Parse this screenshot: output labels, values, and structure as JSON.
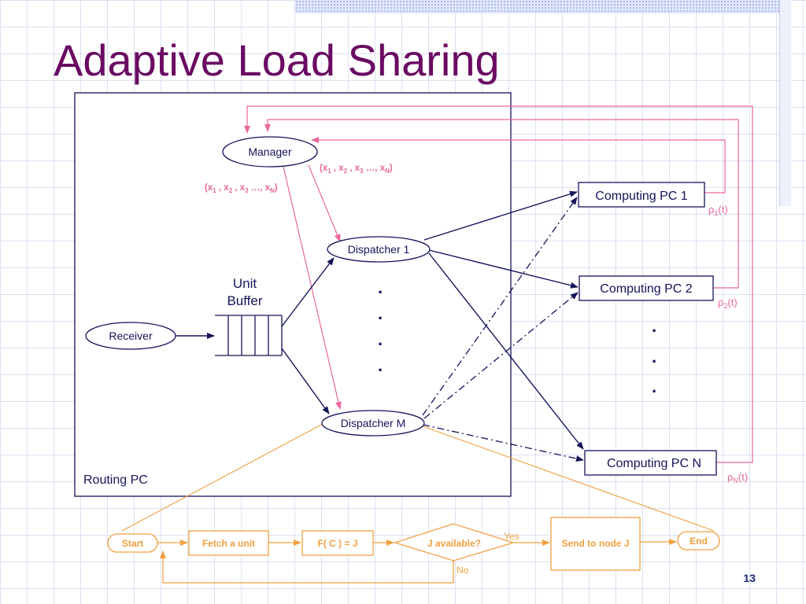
{
  "title": "Adaptive Load Sharing",
  "page_number": "13",
  "routing": {
    "container_label": "Routing PC",
    "manager": "Manager",
    "dispatcher_1": "Dispatcher 1",
    "dispatcher_m": "Dispatcher M",
    "receiver": "Receiver",
    "buffer_line1": "Unit",
    "buffer_line2": "Buffer",
    "dots": "."
  },
  "computing": {
    "pc1": "Computing PC 1",
    "pc2": "Computing PC 2",
    "pcn": "Computing PC N",
    "dots": "."
  },
  "feedback": {
    "rho": "ρ",
    "t": "(t)",
    "sub1": "1",
    "sub2": "2",
    "subn": "N"
  },
  "vector": {
    "open": "(",
    "x": "x",
    "s1": "1",
    "s2": "2",
    "s3": "3",
    "sn": "N",
    "sep": " , ",
    "ellipsis": " …, ",
    "close": ")"
  },
  "flowchart": {
    "start": "Start",
    "fetch": "Fetch a unit",
    "assign": "F( C ) = J",
    "decision": "J available?",
    "yes": "Yes",
    "no": "No",
    "send": "Send to node J",
    "end": "End"
  },
  "colors": {
    "navy": "#14145a",
    "pink": "#e8689a",
    "orange": "#f0a040",
    "title": "#6a0a62"
  }
}
